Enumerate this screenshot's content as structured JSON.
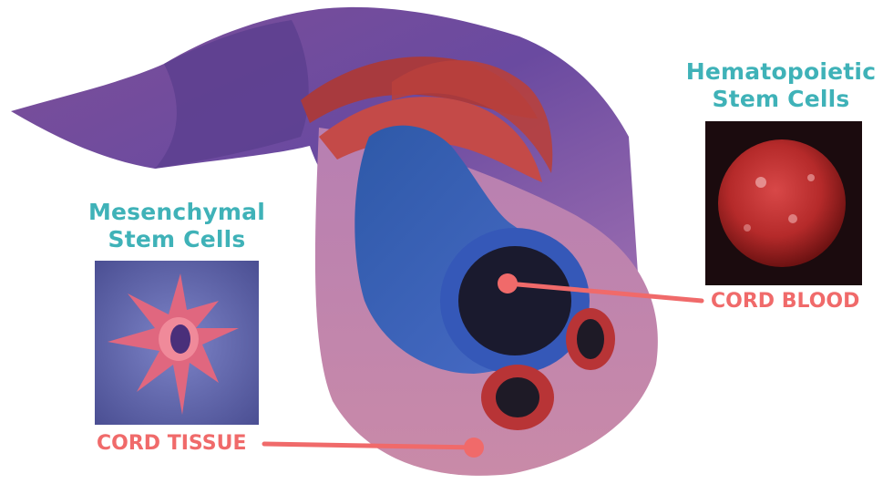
{
  "mesenchymal": {
    "title_line1": "Mesenchymal",
    "title_line2": "Stem Cells"
  },
  "hematopoietic": {
    "title_line1": "Hematopoietic",
    "title_line2": "Stem Cells"
  },
  "labels": {
    "cord_blood": "CORD BLOOD",
    "cord_tissue": "CORD TISSUE"
  },
  "colors": {
    "teal_title": "#3fb2b8",
    "coral_label": "#f06a6a",
    "vein_blue": "#3f56b5",
    "artery_red": "#b8403c",
    "cord_purple": "#8a62a0"
  },
  "icons": [
    "mesenchymal-cell-image",
    "hematopoietic-cell-image",
    "umbilical-cord-illustration"
  ]
}
